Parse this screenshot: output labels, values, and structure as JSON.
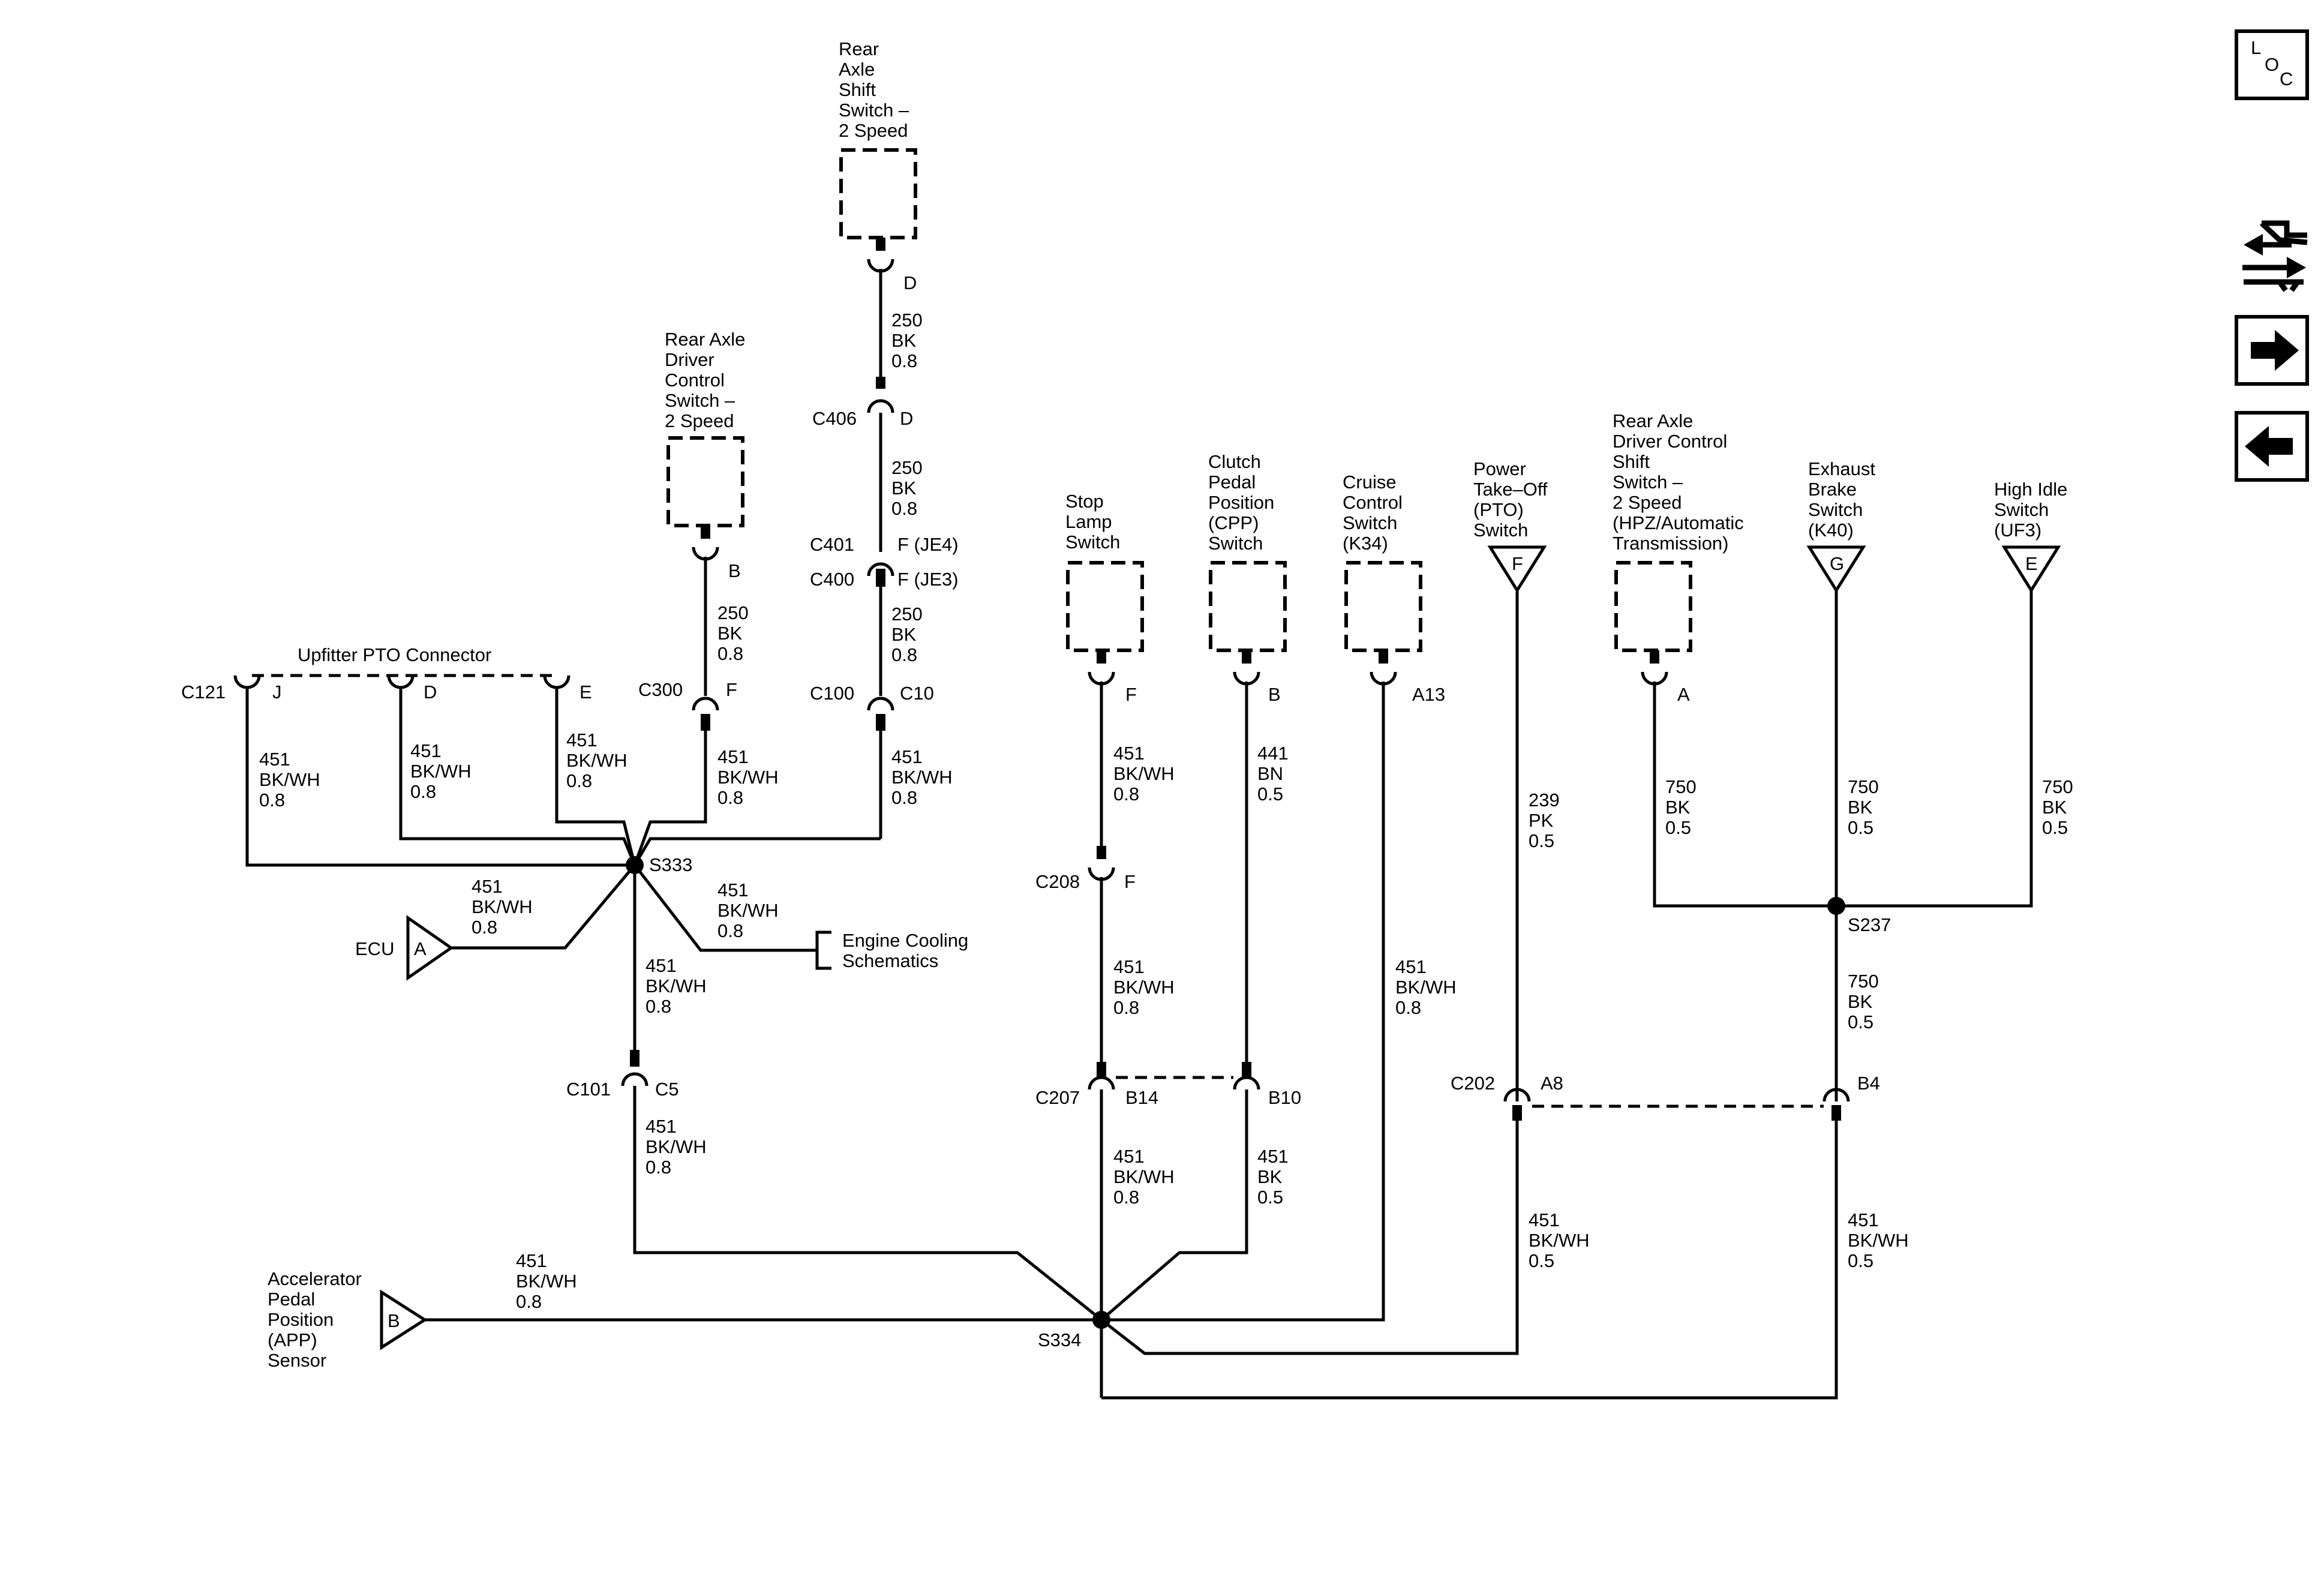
{
  "nav": {
    "loc_icon_letters": [
      "L",
      "O",
      "C"
    ],
    "icons": [
      "loc-icon",
      "legend-icon",
      "next-page-icon",
      "previous-page-icon"
    ]
  },
  "components": {
    "rear_axle_shift_switch": [
      "Rear",
      "Axle",
      "Shift",
      "Switch –",
      "2 Speed"
    ],
    "rear_axle_driver_control_switch": [
      "Rear Axle",
      "Driver",
      "Control",
      "Switch –",
      "2 Speed"
    ],
    "upfitter_pto_connector": "Upfitter PTO Connector",
    "stop_lamp_switch": [
      "Stop",
      "Lamp",
      "Switch"
    ],
    "clutch_pedal_position_switch": [
      "Clutch",
      "Pedal",
      "Position",
      "(CPP)",
      "Switch"
    ],
    "cruise_control_switch": [
      "Cruise",
      "Control",
      "Switch",
      "(K34)"
    ],
    "pto_switch": [
      "Power",
      "Take–Off",
      "(PTO)",
      "Switch"
    ],
    "rear_axle_driver_control_shift_switch": [
      "Rear Axle",
      "Driver Control",
      "Shift",
      "Switch –",
      "2 Speed",
      "(HPZ/Automatic",
      "Transmission)"
    ],
    "exhaust_brake_switch": [
      "Exhaust",
      "Brake",
      "Switch",
      "(K40)"
    ],
    "high_idle_switch": [
      "High Idle",
      "Switch",
      "(UF3)"
    ],
    "ecu": "ECU",
    "engine_cooling": [
      "Engine Cooling",
      "Schematics"
    ],
    "app_sensor": [
      "Accelerator",
      "Pedal",
      "Position",
      "(APP)",
      "Sensor"
    ]
  },
  "triangle_pins": {
    "ecu": "A",
    "app": "B",
    "pto": "F",
    "exhaust": "G",
    "high_idle": "E"
  },
  "connectors": {
    "c406": "C406",
    "c401": "C401",
    "c400": "C400",
    "c100": "C100",
    "c300": "C300",
    "c121": "C121",
    "c208": "C208",
    "c207": "C207",
    "c202": "C202",
    "c101": "C101"
  },
  "pins": {
    "rear_shift_d": "D",
    "c406_d": "D",
    "c401_f": "F (JE4)",
    "c400_f": "F (JE3)",
    "c100_c10": "C10",
    "driver_ctrl_b": "B",
    "c300_f": "F",
    "c121_j": "J",
    "c121_d": "D",
    "c121_e": "E",
    "stop_f": "F",
    "cpp_b": "B",
    "cruise_a13": "A13",
    "shift_a": "A",
    "c208_f": "F",
    "c207_b14": "B14",
    "c207_b10": "B10",
    "c202_a8": "A8",
    "c202_b4": "B4",
    "c101_c5": "C5"
  },
  "splices": {
    "s333": "S333",
    "s334": "S334",
    "s237": "S237"
  },
  "wires": {
    "w250_top": [
      "250",
      "BK",
      "0.8"
    ],
    "w250_mid": [
      "250",
      "BK",
      "0.8"
    ],
    "w250_low": [
      "250",
      "BK",
      "0.8"
    ],
    "w250_b": [
      "250",
      "BK",
      "0.8"
    ],
    "w451_j": [
      "451",
      "BK/WH",
      "0.8"
    ],
    "w451_d": [
      "451",
      "BK/WH",
      "0.8"
    ],
    "w451_e": [
      "451",
      "BK/WH",
      "0.8"
    ],
    "w451_c300": [
      "451",
      "BK/WH",
      "0.8"
    ],
    "w451_c100": [
      "451",
      "BK/WH",
      "0.8"
    ],
    "w451_ecu": [
      "451",
      "BK/WH",
      "0.8"
    ],
    "w451_cool": [
      "451",
      "BK/WH",
      "0.8"
    ],
    "w451_down": [
      "451",
      "BK/WH",
      "0.8"
    ],
    "w451_c101": [
      "451",
      "BK/WH",
      "0.8"
    ],
    "w451_app": [
      "451",
      "BK/WH",
      "0.8"
    ],
    "w451_stop": [
      "451",
      "BK/WH",
      "0.8"
    ],
    "w451_c208": [
      "451",
      "BK/WH",
      "0.8"
    ],
    "w451_c207": [
      "451",
      "BK/WH",
      "0.8"
    ],
    "w441": [
      "441",
      "BN",
      "0.5"
    ],
    "w451_bk": [
      "451",
      "BK",
      "0.5"
    ],
    "w451_cruise": [
      "451",
      "BK/WH",
      "0.8"
    ],
    "w239": [
      "239",
      "PK",
      "0.5"
    ],
    "w451_a8": [
      "451",
      "BK/WH",
      "0.5"
    ],
    "w451_b4": [
      "451",
      "BK/WH",
      "0.5"
    ],
    "w750_a": [
      "750",
      "BK",
      "0.5"
    ],
    "w750_g": [
      "750",
      "BK",
      "0.5"
    ],
    "w750_e": [
      "750",
      "BK",
      "0.5"
    ],
    "w750_s237": [
      "750",
      "BK",
      "0.5"
    ]
  }
}
